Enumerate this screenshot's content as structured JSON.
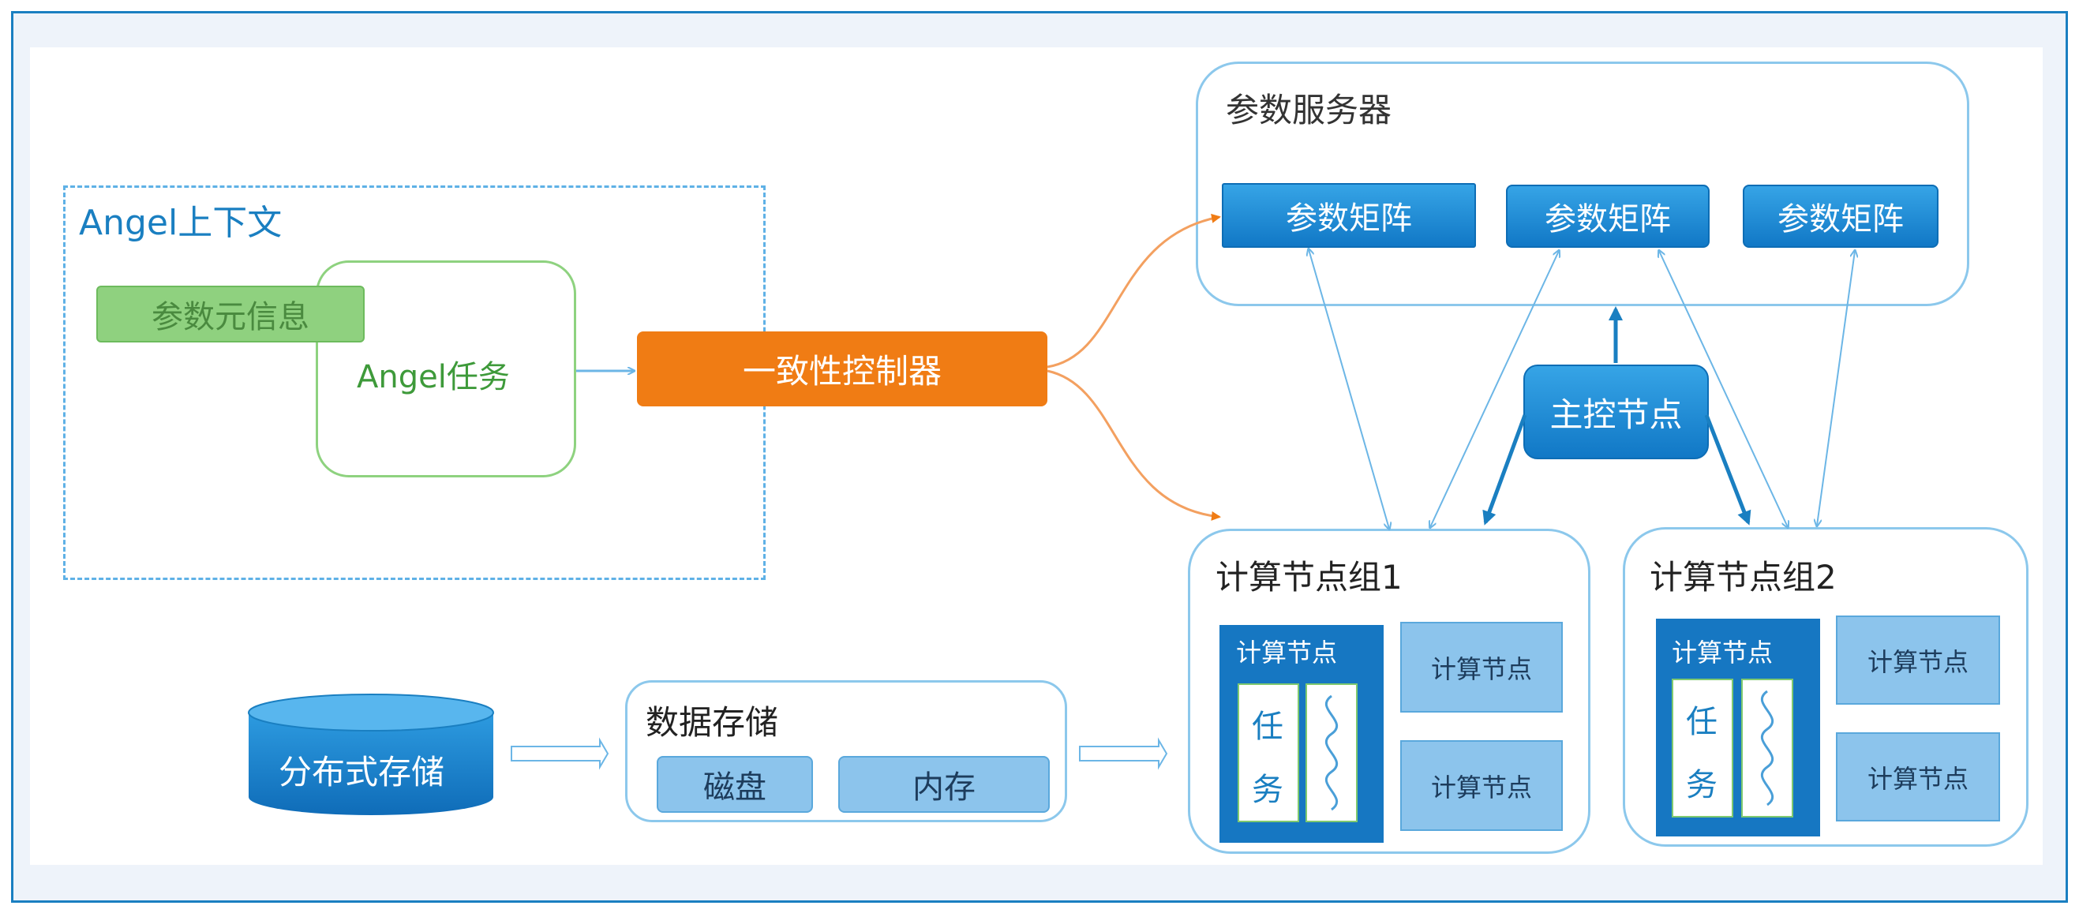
{
  "context": {
    "title": "Angel上下文",
    "meta_info": "参数元信息",
    "task": "Angel任务"
  },
  "controller": {
    "label": "一致性控制器"
  },
  "param_server": {
    "title": "参数服务器",
    "matrices": [
      "参数矩阵",
      "参数矩阵",
      "参数矩阵"
    ]
  },
  "master": {
    "label": "主控节点"
  },
  "group1": {
    "title": "计算节点组1",
    "main_node": "计算节点",
    "task_char1": "任",
    "task_char2": "务",
    "nodes": [
      "计算节点",
      "计算节点"
    ]
  },
  "group2": {
    "title": "计算节点组2",
    "main_node": "计算节点",
    "task_char1": "任",
    "task_char2": "务",
    "nodes": [
      "计算节点",
      "计算节点"
    ]
  },
  "storage": {
    "distributed": "分布式存储",
    "data_storage": "数据存储",
    "disk": "磁盘",
    "memory": "内存"
  },
  "colors": {
    "blue": "#1a7fc1",
    "orange": "#f07c14",
    "green": "#8ed27f",
    "light_blue": "#8cc8ec"
  }
}
